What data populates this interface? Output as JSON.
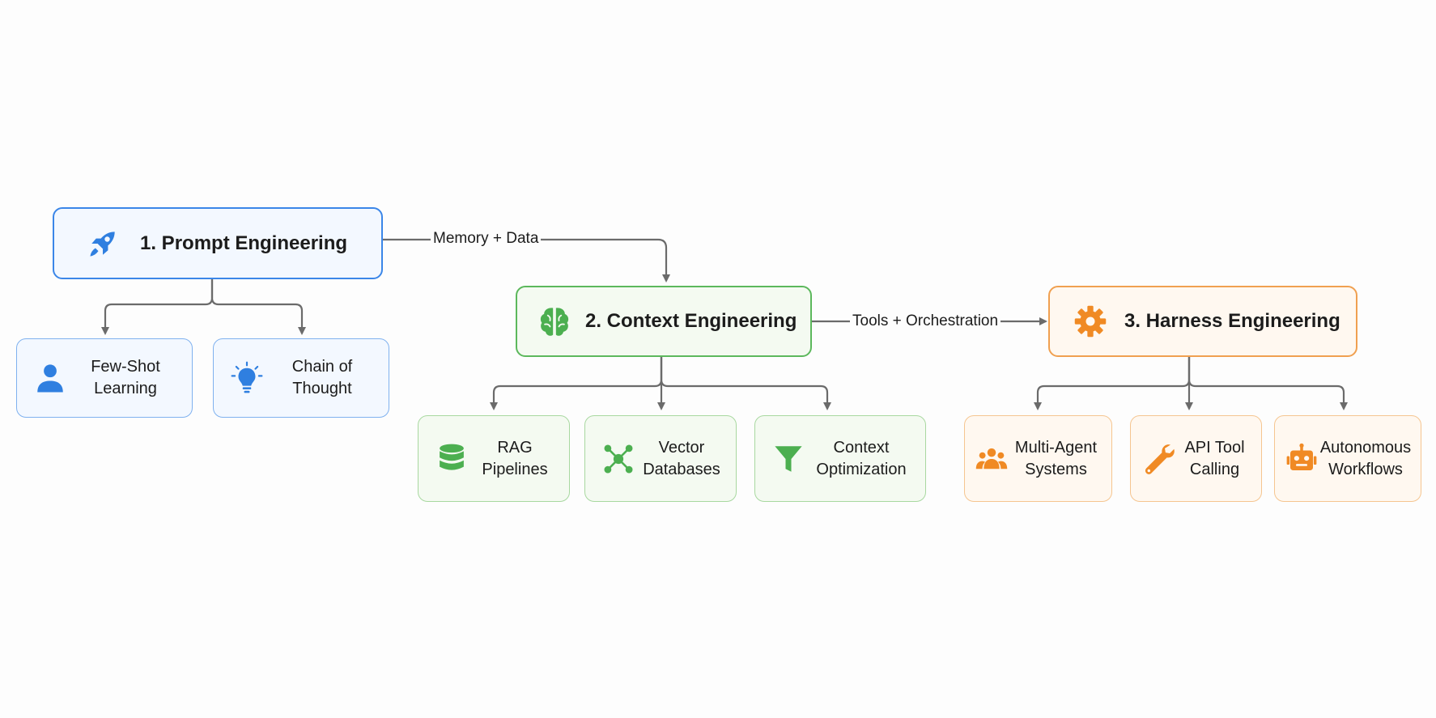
{
  "colors": {
    "blue": "#2f7fe0",
    "green": "#4caf50",
    "orange": "#f08a24",
    "connector": "#6b6b6b"
  },
  "nodes": {
    "prompt": {
      "label": "1. Prompt Engineering",
      "icon": "rocket-icon"
    },
    "few_shot": {
      "line1": "Few-Shot",
      "line2": "Learning",
      "icon": "person-icon"
    },
    "chain": {
      "line1": "Chain of",
      "line2": "Thought",
      "icon": "lightbulb-icon"
    },
    "context": {
      "label": "2. Context Engineering",
      "icon": "brain-icon"
    },
    "rag": {
      "line1": "RAG",
      "line2": "Pipelines",
      "icon": "database-icon"
    },
    "vector": {
      "line1": "Vector",
      "line2": "Databases",
      "icon": "network-icon"
    },
    "ctx_opt": {
      "line1": "Context",
      "line2": "Optimization",
      "icon": "funnel-icon"
    },
    "harness": {
      "label": "3. Harness Engineering",
      "icon": "gear-icon"
    },
    "multi_agent": {
      "line1": "Multi-Agent",
      "line2": "Systems",
      "icon": "group-icon"
    },
    "api_tool": {
      "line1": "API Tool",
      "line2": "Calling",
      "icon": "wrench-icon"
    },
    "autonomous": {
      "line1": "Autonomous",
      "line2": "Workflows",
      "icon": "robot-icon"
    }
  },
  "edges": {
    "memory_data": "Memory + Data",
    "tools_orch": "Tools + Orchestration"
  }
}
